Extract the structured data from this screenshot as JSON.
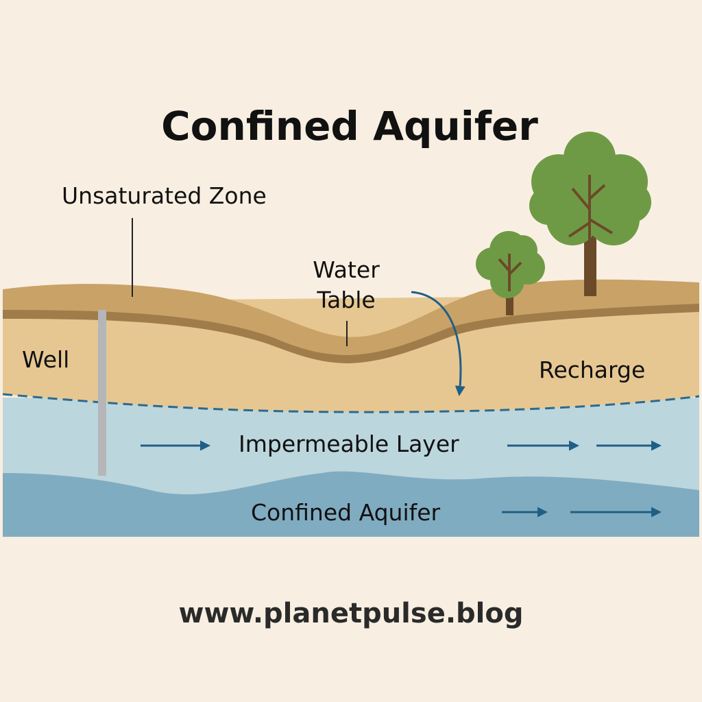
{
  "title": "Confined Aquifer",
  "labels": {
    "unsaturated_zone": "Unsaturated Zone",
    "water_table": "Water Table",
    "well": "Well",
    "recharge": "Recharge",
    "impermeable_layer": "Impermeable Layer",
    "confined_aquifer": "Confined Aquifer"
  },
  "footer": "www.planetpulse.blog",
  "colors": {
    "background": "#f8efe2",
    "topsoil": "#c9a267",
    "soil_band": "#a07c4a",
    "sand": "#e6c792",
    "impermeable": "#bcd6dd",
    "aquifer": "#80acc1",
    "arrow": "#1f5f85",
    "foliage": "#6f9a45",
    "trunk": "#6b4a2a"
  }
}
